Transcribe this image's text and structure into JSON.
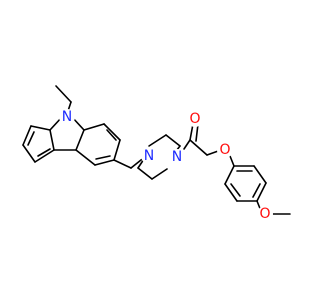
{
  "molecule": {
    "atoms": {
      "N_carbazole": "N",
      "N_piperazine_left": "N",
      "N_piperazine_right": "N",
      "O_carbonyl": "O",
      "O_ether": "O",
      "O_methoxy": "O"
    },
    "colors": {
      "bond": "#000000",
      "nitrogen": "#1f2dff",
      "oxygen": "#ff0d0d",
      "background": "#ffffff"
    }
  }
}
